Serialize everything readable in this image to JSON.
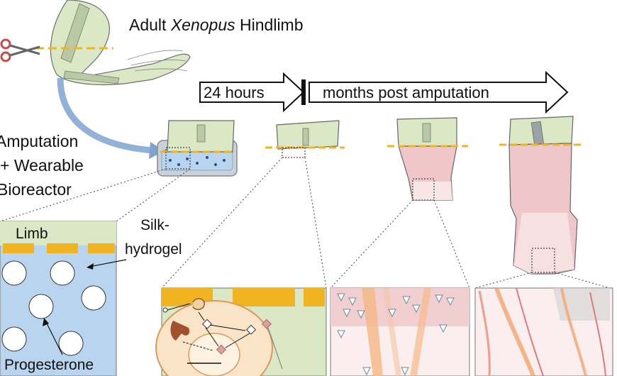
{
  "title": {
    "prefix": "Adult ",
    "italic": "Xenopus",
    "suffix": " Hindlimb"
  },
  "timeline": {
    "phase1": "24 hours",
    "phase2": "months post amputation"
  },
  "left_caption": {
    "line1": "Amputation",
    "line2": "+ Wearable",
    "line3": "Bioreactor"
  },
  "inset_labels": {
    "limb": "Limb",
    "silk_line1": "Silk-",
    "silk_line2": "hydrogel",
    "progesterone": "Progesterone"
  },
  "colors": {
    "limb_green": "#dbe8c6",
    "amputation_line": "#f2b320",
    "hydrogel_blue": "#b8d4ee",
    "regenerate_pink": "#f0c6c8",
    "arrow_blue": "#7ea3cf",
    "cell_brown": "#a0522d"
  }
}
